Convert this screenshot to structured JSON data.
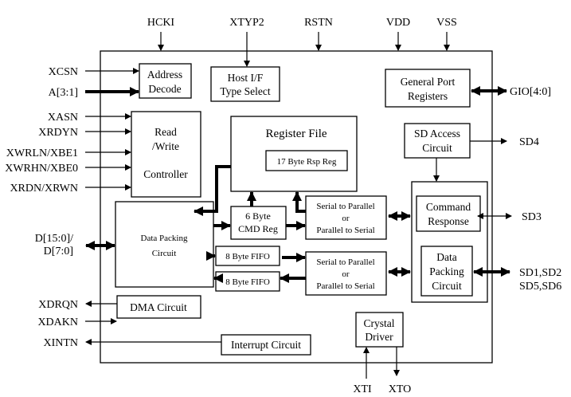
{
  "top_pins": {
    "hcki": "HCKI",
    "xtyp2": "XTYP2",
    "rstn": "RSTN",
    "vdd": "VDD",
    "vss": "VSS"
  },
  "left_pins": {
    "xcsn": "XCSN",
    "a31": "A[3:1]",
    "xasn": "XASN",
    "xrdyn": "XRDYN",
    "xwrln": "XWRLN/XBE1",
    "xwrhn": "XWRHN/XBE0",
    "xrdn": "XRDN/XRWN",
    "d_line1": "D[15:0]/",
    "d_line2": "D[7:0]",
    "xdrqn": "XDRQN",
    "xdakn": "XDAKN",
    "xintn": "XINTN"
  },
  "right_pins": {
    "gio": "GIO[4:0]",
    "sd4": "SD4",
    "sd3": "SD3",
    "sd_line1": "SD1,SD2",
    "sd_line2": "SD5,SD6"
  },
  "bottom_pins": {
    "xti": "XTI",
    "xto": "XTO"
  },
  "blocks": {
    "address_decode": [
      "Address",
      "Decode"
    ],
    "host_if": [
      "Host I/F",
      "Type Select"
    ],
    "general_port": [
      "General Port",
      "Registers"
    ],
    "rw_controller": [
      "Read",
      "/Write",
      "Controller"
    ],
    "register_file": "Register File",
    "rsp_reg": "17 Byte Rsp Reg",
    "sd_access": [
      "SD Access",
      "Circuit"
    ],
    "cmd_reg": [
      "6 Byte",
      "CMD Reg"
    ],
    "s2p_1": [
      "Serial to Parallel",
      "or",
      "Parallel to Serial"
    ],
    "s2p_2": [
      "Serial to Parallel",
      "or",
      "Parallel to Serial"
    ],
    "command_response": [
      "Command",
      "Response"
    ],
    "data_packing_left": [
      "Data Packing",
      "Circuit"
    ],
    "fifo_1": "8 Byte FIFO",
    "fifo_2": "8 Byte FIFO",
    "data_packing_right": [
      "Data",
      "Packing",
      "Circuit"
    ],
    "dma": "DMA Circuit",
    "interrupt": "Interrupt Circuit",
    "crystal": [
      "Crystal",
      "Driver"
    ]
  }
}
